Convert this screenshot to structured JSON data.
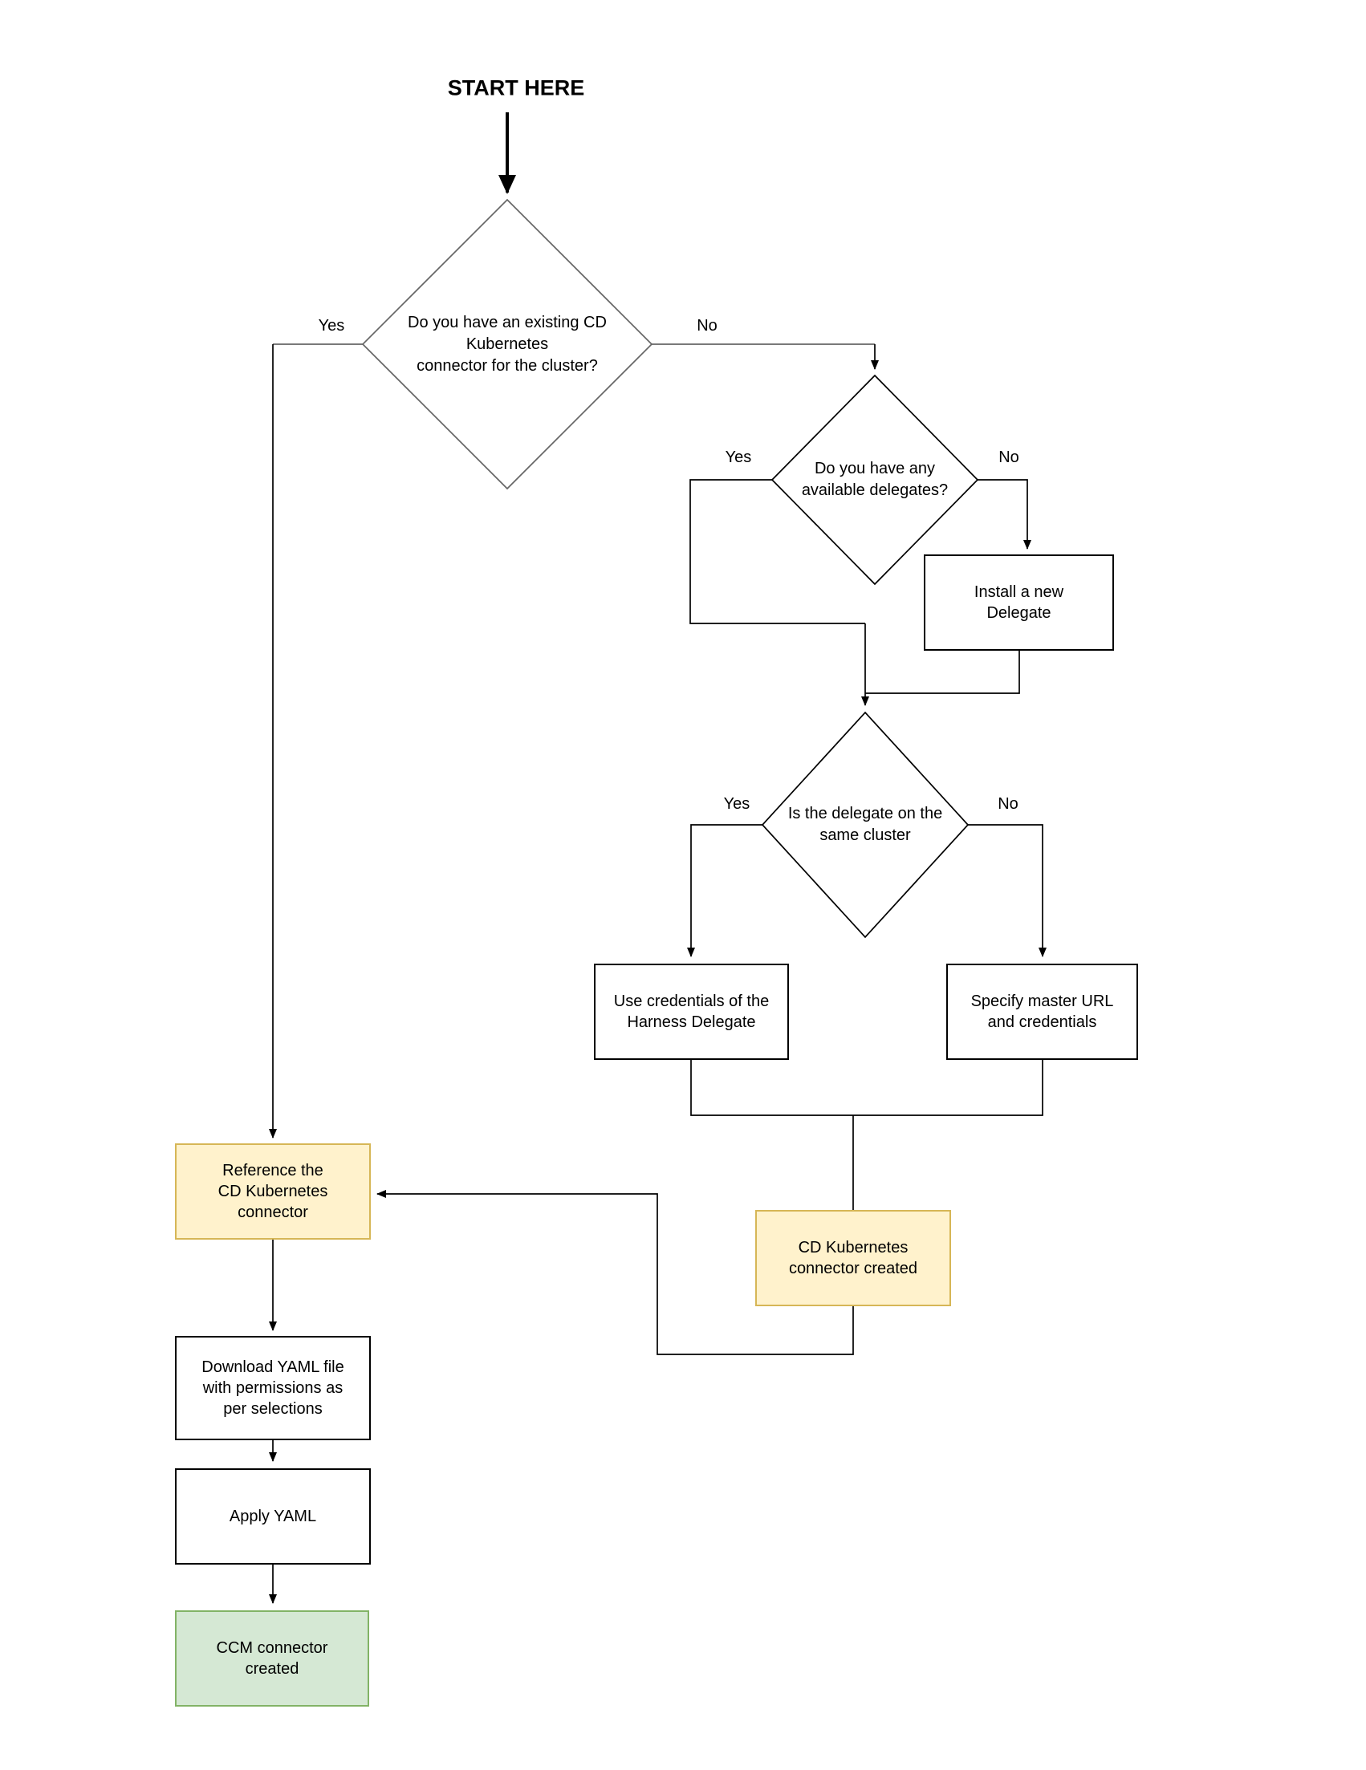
{
  "title": "START HERE",
  "colors": {
    "line": "#000000",
    "muted_line": "#666666",
    "box_fill": "#ffffff",
    "box_border": "#000000",
    "yellow_fill": "#fff2cc",
    "yellow_border": "#d6b656",
    "green_fill": "#d5e8d4",
    "green_border": "#82b366"
  },
  "decisions": {
    "existing_connector": {
      "label": "Do you have an existing CD\nKubernetes\nconnector for the cluster?"
    },
    "available_delegates": {
      "label": "Do you have any\navailable delegates?"
    },
    "delegate_same_cluster": {
      "label": "Is the delegate on the\nsame cluster"
    }
  },
  "processes": {
    "install_delegate": {
      "label": "Install a new\nDelegate"
    },
    "use_credentials": {
      "label": "Use credentials of the\nHarness Delegate"
    },
    "specify_master_url": {
      "label": "Specify master URL\nand credentials"
    },
    "reference_connector": {
      "label": "Reference the\nCD Kubernetes\nconnector"
    },
    "cd_connector_created": {
      "label": "CD Kubernetes\nconnector created"
    },
    "download_yaml": {
      "label": "Download YAML file\nwith permissions as\nper selections"
    },
    "apply_yaml": {
      "label": "Apply YAML"
    },
    "ccm_connector_created": {
      "label": "CCM connector\ncreated"
    }
  },
  "edge_labels": {
    "q1_yes": "Yes",
    "q1_no": "No",
    "q2_yes": "Yes",
    "q2_no": "No",
    "q3_yes": "Yes",
    "q3_no": "No"
  },
  "edges": [
    {
      "from": "start",
      "to": "existing_connector",
      "label": ""
    },
    {
      "from": "existing_connector",
      "to": "reference_connector",
      "label": "Yes"
    },
    {
      "from": "existing_connector",
      "to": "available_delegates",
      "label": "No"
    },
    {
      "from": "available_delegates",
      "to": "delegate_same_cluster",
      "label": "Yes"
    },
    {
      "from": "available_delegates",
      "to": "install_delegate",
      "label": "No"
    },
    {
      "from": "install_delegate",
      "to": "delegate_same_cluster",
      "label": ""
    },
    {
      "from": "delegate_same_cluster",
      "to": "use_credentials",
      "label": "Yes"
    },
    {
      "from": "delegate_same_cluster",
      "to": "specify_master_url",
      "label": "No"
    },
    {
      "from": "use_credentials",
      "to": "cd_connector_created",
      "label": ""
    },
    {
      "from": "specify_master_url",
      "to": "cd_connector_created",
      "label": ""
    },
    {
      "from": "cd_connector_created",
      "to": "reference_connector",
      "label": ""
    },
    {
      "from": "reference_connector",
      "to": "download_yaml",
      "label": ""
    },
    {
      "from": "download_yaml",
      "to": "apply_yaml",
      "label": ""
    },
    {
      "from": "apply_yaml",
      "to": "ccm_connector_created",
      "label": ""
    }
  ]
}
